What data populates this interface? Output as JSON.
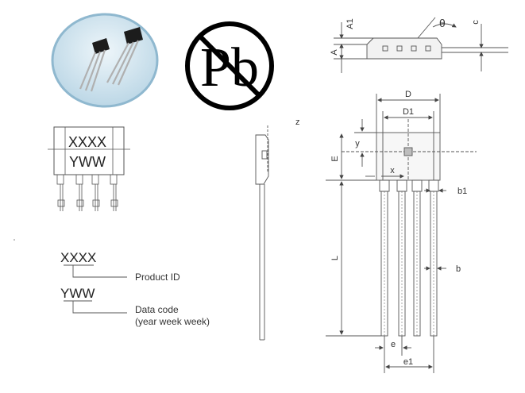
{
  "marking": {
    "top_code": "XXXX",
    "bottom_code": "YWW",
    "legend_product_code": "XXXX",
    "legend_product_label": "Product ID",
    "legend_date_code": "YWW",
    "legend_date_label": "Data code",
    "legend_date_sub": "(year week week)"
  },
  "lead_free_symbol": "Pb",
  "dimensions": {
    "A1": "A1",
    "A": "A",
    "theta": "θ",
    "c": "c",
    "D": "D",
    "D1": "D1",
    "y": "y",
    "E": "E",
    "x": "x",
    "b1": "b1",
    "L": "L",
    "b": "b",
    "e": "e",
    "e1": "e1",
    "z": "z"
  },
  "colors": {
    "line": "#555555",
    "fill_light": "#f2f2f2",
    "photo_bg": "#cfe3ee",
    "photo_ring": "#9ec3d8",
    "sensor_body": "#1c1c1c",
    "lead_metal": "#b0b0b0"
  }
}
